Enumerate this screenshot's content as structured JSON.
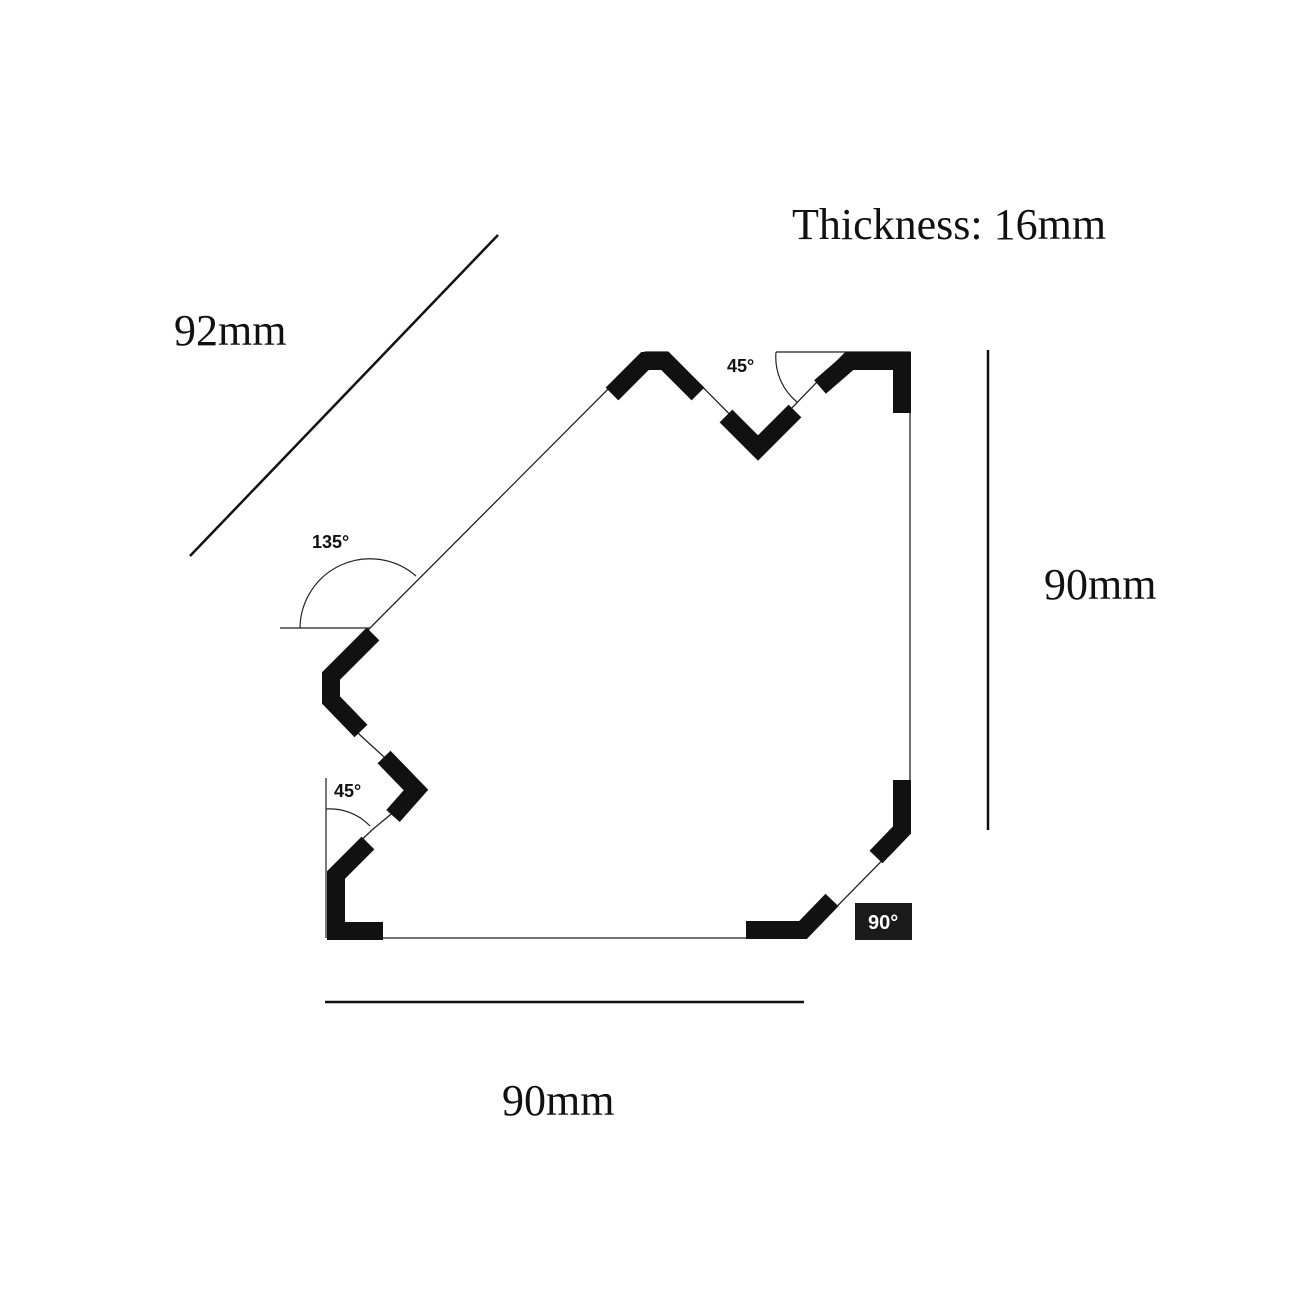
{
  "thickness_label": "Thickness: 16mm",
  "dimensions": {
    "diagonal": "92mm",
    "vertical": "90mm",
    "horizontal": "90mm"
  },
  "angles": {
    "top": "45°",
    "left_obtuse": "135°",
    "left_bottom": "45°",
    "corner_badge": "90°"
  },
  "colors": {
    "ink": "#111111",
    "badge_bg": "#1a1a1a",
    "badge_text": "#ffffff"
  }
}
